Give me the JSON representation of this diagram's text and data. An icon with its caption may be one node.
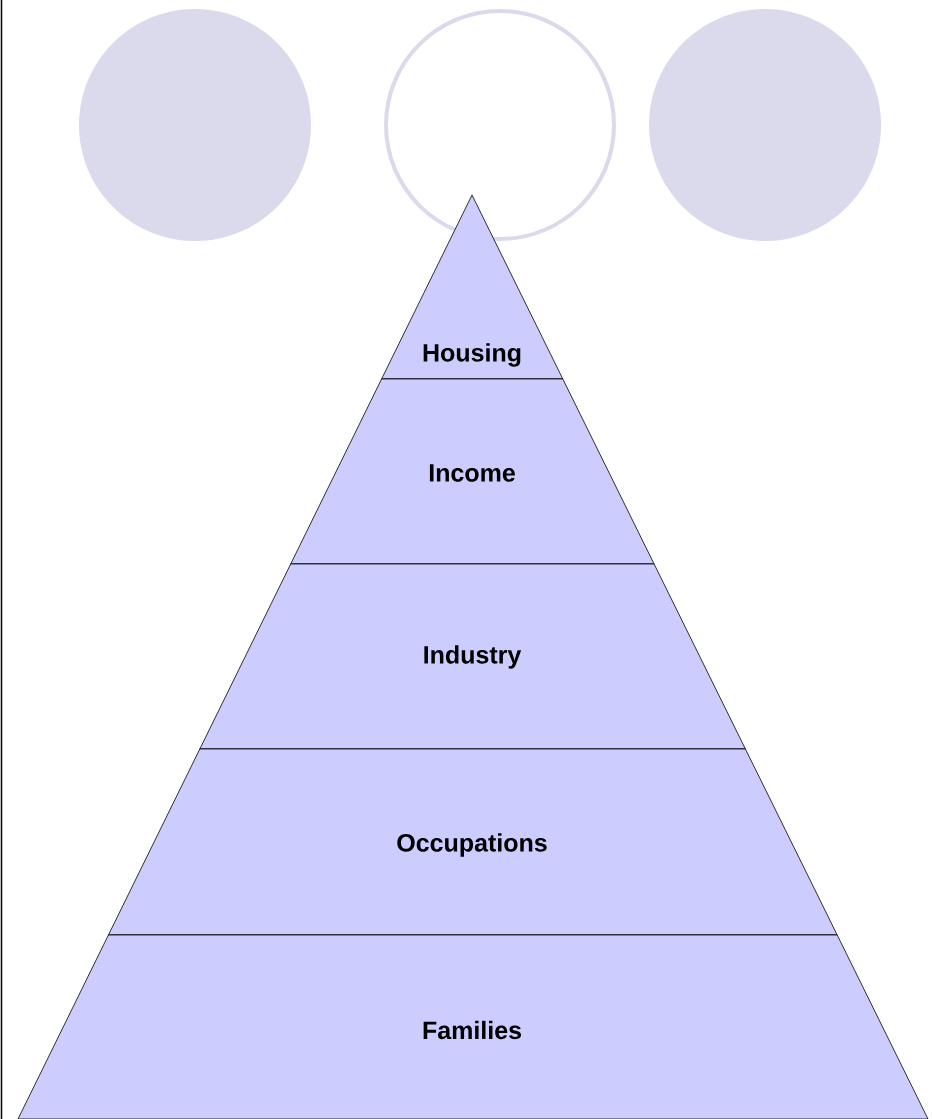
{
  "diagram": {
    "nodes": [
      {
        "text": [],
        "shape": "circle"
      },
      {
        "text": [],
        "shape": "circle"
      },
      {
        "text": [],
        "shape": "circle"
      },
      {
        "text": [
          "Housing"
        ]
      },
      {
        "text": [
          "Income"
        ]
      },
      {
        "text": [
          "Industry"
        ]
      },
      {
        "text": [
          "Occupations"
        ]
      },
      {
        "text": [
          "Families"
        ]
      }
    ]
  }
}
